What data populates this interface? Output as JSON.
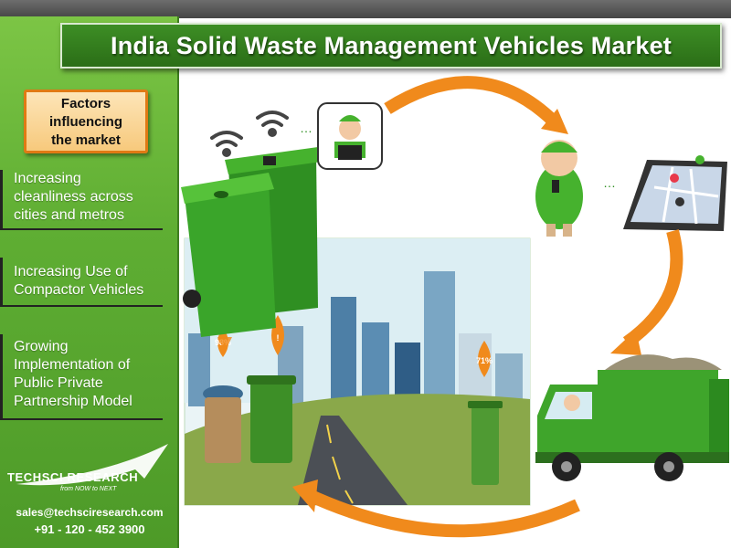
{
  "title": "India Solid Waste Management Vehicles Market",
  "sidebar": {
    "heading_lines": [
      "Factors",
      "influencing",
      "the market"
    ],
    "factors": [
      {
        "lines": [
          "Increasing",
          "cleanliness across",
          "cities and metros"
        ]
      },
      {
        "lines": [
          "Increasing Use of",
          "Compactor Vehicles"
        ]
      },
      {
        "lines": [
          "Growing",
          "Implementation  of",
          "Public Private",
          "Partnership Model"
        ]
      }
    ],
    "brand_name": "TECHSCI RESEARCH",
    "brand_tagline": "from NOW to NEXT",
    "email": "sales@techsciresearch.com",
    "phone": "+91 - 120 - 452 3900"
  },
  "illustration": {
    "bin_markers": [
      "98%",
      "!",
      "71%"
    ],
    "dots": "…"
  },
  "colors": {
    "sidebar_green": "#5fae33",
    "title_green": "#2b6e17",
    "bin_green": "#46a82c",
    "arrow_orange": "#f08a1c",
    "factor_box_fill": "#f7c97c",
    "factor_box_border": "#e07a14"
  }
}
